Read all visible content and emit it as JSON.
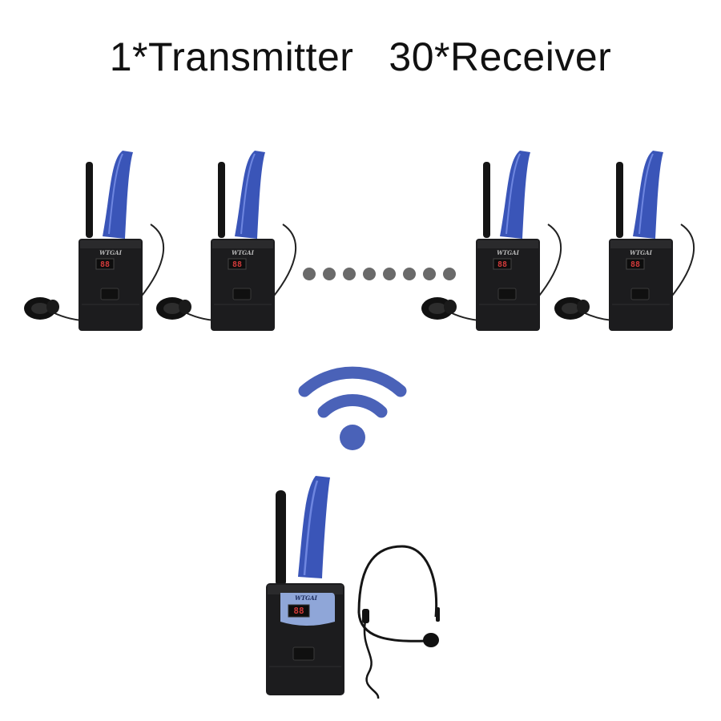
{
  "headline": {
    "transmitter_text": "1*Transmitter",
    "receiver_text": "30*Receiver"
  },
  "receiver": {
    "brand": "WTGAI",
    "display": "88"
  },
  "transmitter": {
    "brand": "WTGAI",
    "display": "88"
  },
  "icons": {
    "wireless": "wifi-signal-icon",
    "continuation": "ellipsis-dots"
  },
  "colors": {
    "lanyard": "#3a55b8",
    "device": "#1c1c1e",
    "wifi": "#4a62b8",
    "dots": "#6a6a6a",
    "lcd_text": "#d13a3a",
    "transmitter_panel": "#8fa6d8"
  },
  "receiver_count_shown": 4,
  "dots_count": 8
}
